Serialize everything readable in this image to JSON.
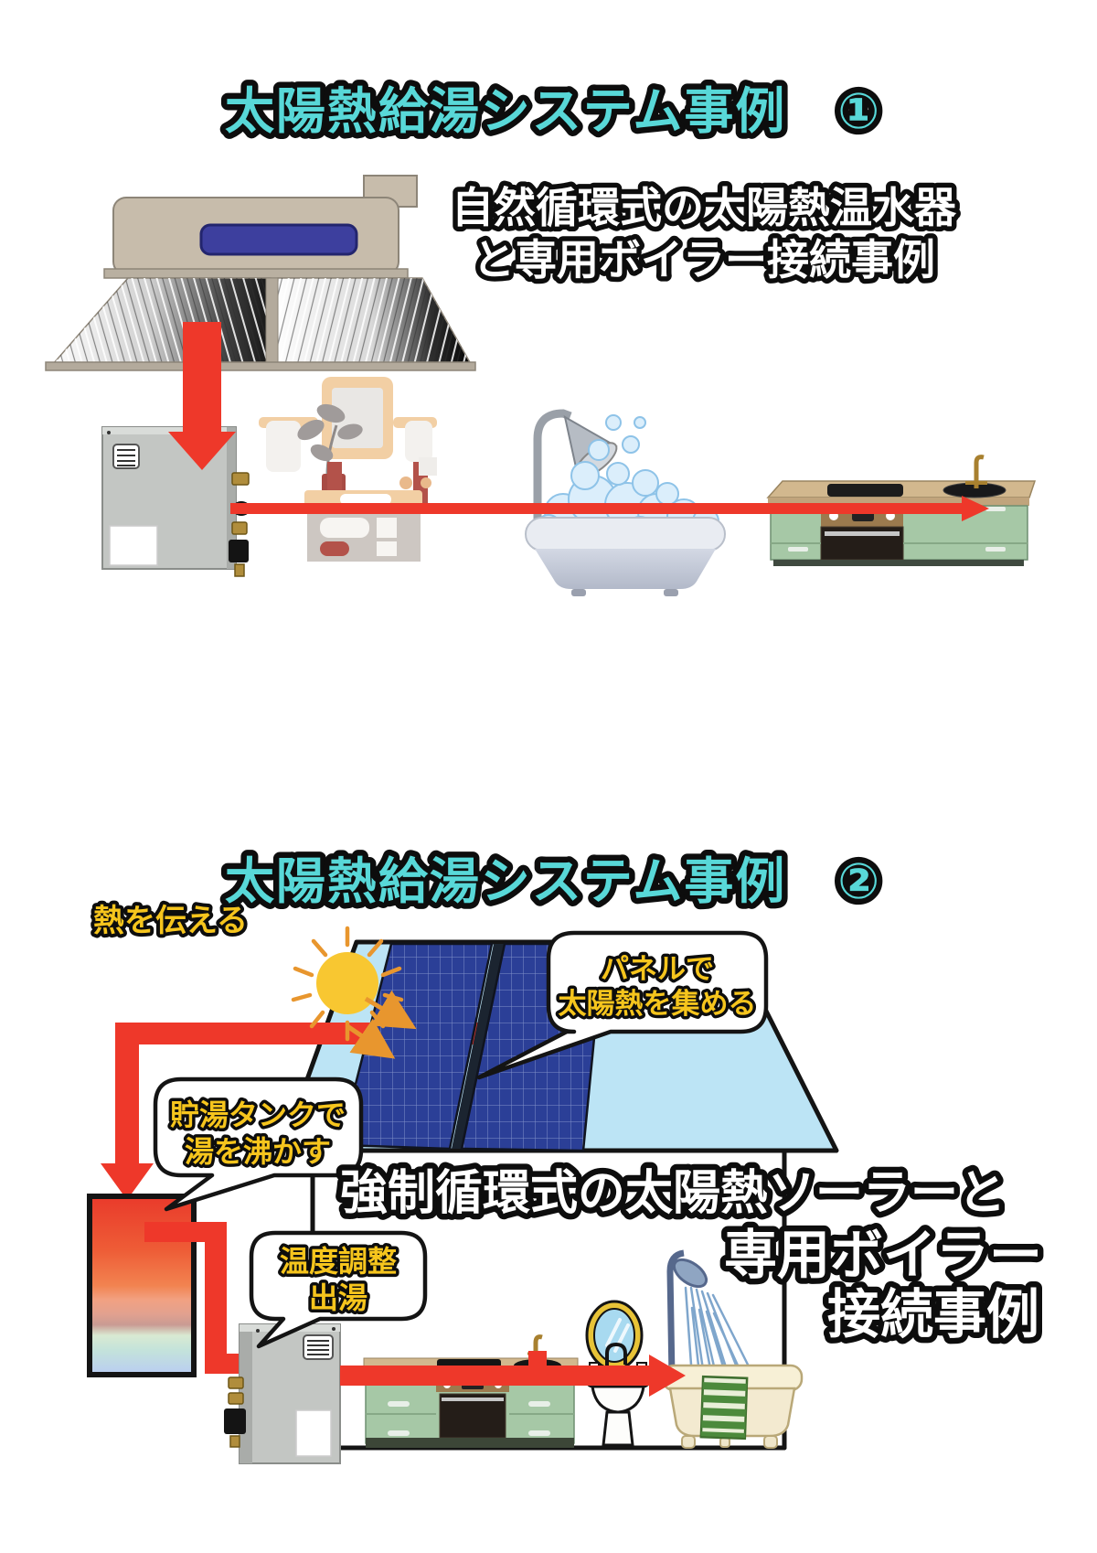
{
  "colors": {
    "title_teal": "#58d8d8",
    "text_white": "#ffffff",
    "outline_black": "#0d0d0d",
    "label_yellow": "#f6c51d",
    "pipe_red": "#ee382a",
    "sun_yellow": "#f8c731",
    "sun_ray_orange": "#e8962e",
    "roof_blue": "#bce4f5",
    "panel_blue": "#2b3f97",
    "tank_hot_red": "#e93a2b",
    "tank_cold_blue": "#b9cdf2",
    "kitchen_green": "#a6c8a6",
    "counter_tan": "#d2b88e",
    "boiler_gray": "#c3c6c3",
    "heater_tank_beige": "#c7bcab",
    "heater_window_blue": "#3d3f9e",
    "bathtub_cream": "#f6efd4",
    "towel_green": "#4c8a3c"
  },
  "section1": {
    "title": "太陽熱給湯システム事例　①",
    "subtitle_line1": "自然循環式の太陽熱温水器",
    "subtitle_line2": "と専用ボイラー接続事例"
  },
  "section2": {
    "title": "太陽熱給湯システム事例　②",
    "label_heat_transfer": "熱を伝える",
    "bubble_panel": {
      "line1": "パネルで",
      "line2": "太陽熱を集める"
    },
    "bubble_tank": {
      "line1": "貯湯タンクで",
      "line2": "湯を沸かす"
    },
    "bubble_temp": {
      "line1": "温度調整",
      "line2": "出湯"
    },
    "caption_line1": "強制循環式の太陽熱ソーラーと",
    "caption_line2": "専用ボイラー",
    "caption_line3": "接続事例"
  }
}
